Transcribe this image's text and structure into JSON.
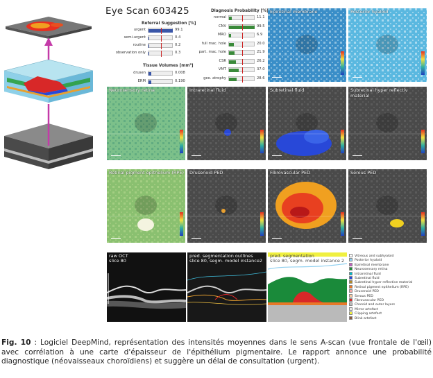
{
  "scan_title": "Eye Scan 603425",
  "referral": {
    "title": "Referral Suggestion [%]",
    "items": [
      {
        "label": "urgent",
        "value": "99.1",
        "fraction": 0.991
      },
      {
        "label": "semi-urgent",
        "value": "0.4",
        "fraction": 0.004
      },
      {
        "label": "routine",
        "value": "0.2",
        "fraction": 0.002
      },
      {
        "label": "observation only",
        "value": "0.3",
        "fraction": 0.003
      }
    ]
  },
  "tissue": {
    "title": "Tissue Volumes [mm³]",
    "items": [
      {
        "label": "drusen",
        "value": "0.008"
      },
      {
        "label": "ERM",
        "value": "0.190"
      }
    ]
  },
  "diagnosis": {
    "title": "Diagnosis Probability [%]",
    "items": [
      {
        "label": "normal",
        "value": "11.1",
        "fraction": 0.111
      },
      {
        "label": "CNV",
        "value": "99.5",
        "fraction": 0.995
      },
      {
        "label": "MRO",
        "value": "6.9",
        "fraction": 0.069
      },
      {
        "label": "full mac. hole",
        "value": "20.0",
        "fraction": 0.2
      },
      {
        "label": "part. mac. hole",
        "value": "21.9",
        "fraction": 0.219
      },
      {
        "label": "CSR",
        "value": "26.2",
        "fraction": 0.262
      },
      {
        "label": "VMT",
        "value": "37.0",
        "fraction": 0.37
      },
      {
        "label": "geo. atrophy",
        "value": "28.6",
        "fraction": 0.286
      }
    ]
  },
  "panels": [
    {
      "title": "Epiretinal membrane"
    },
    {
      "title": "Posterior hyaloid"
    },
    {
      "title": "Neurosensory retina"
    },
    {
      "title": "Intraretinal fluid"
    },
    {
      "title": "Subretinal fluid"
    },
    {
      "title": "Subretinal hyper reflectiv material"
    },
    {
      "title": "Retinal pigment epithelium (RPE)"
    },
    {
      "title": "Drusenoid PED"
    },
    {
      "title": "Fibrovascular PED"
    },
    {
      "title": "Serous PED"
    }
  ],
  "bottom": {
    "raw_title1": "raw OCT",
    "raw_title2": "slice 80",
    "seg_title1": "pred. segmentation outlines",
    "seg_title2": "slice 80, segm. model instance2",
    "map_title1": "pred. segmentation",
    "map_title2": "slice 80, segm. model instance 2"
  },
  "legend": [
    {
      "label": "Vitreous and subhyaloid",
      "color": "#ffffff"
    },
    {
      "label": "Posterior hyaloid",
      "color": "#8fd0f0"
    },
    {
      "label": "Epiretinal membrane",
      "color": "#c060c0"
    },
    {
      "label": "Neurosensory retina",
      "color": "#1a8a3a"
    },
    {
      "label": "Intraretinal fluid",
      "color": "#00b8c8"
    },
    {
      "label": "Subretinal fluid",
      "color": "#2848d8"
    },
    {
      "label": "Subretinal hyper reflective material",
      "color": "#b08a2a"
    },
    {
      "label": "Retinal pigment epithelium (RPE)",
      "color": "#e87828"
    },
    {
      "label": "Drusenoid PED",
      "color": "#f0a8a8"
    },
    {
      "label": "Serous PED",
      "color": "#f4c8a0"
    },
    {
      "label": "Fibrovascular PED",
      "color": "#d82828"
    },
    {
      "label": "Choroid and outer layers",
      "color": "#bababa"
    },
    {
      "label": "Mirror artefact",
      "color": "#e8e8e8"
    },
    {
      "label": "Clipping artefact",
      "color": "#f0f040"
    },
    {
      "label": "Blink artefact",
      "color": "#8a5a3a"
    }
  ],
  "caption": {
    "label": "Fig. 10",
    "text": " : Logiciel DeepMind, représentation des intensités moyennes dans le sens A-scan (vue frontale de l'œil) avec corrélation à une carte d'épaisseur de l'épithélium pigmentaire. Le rapport annonce une probabilité diagnostique (néovaisseaux choroïdiens) et suggère un délai de consultation (urgent)."
  }
}
